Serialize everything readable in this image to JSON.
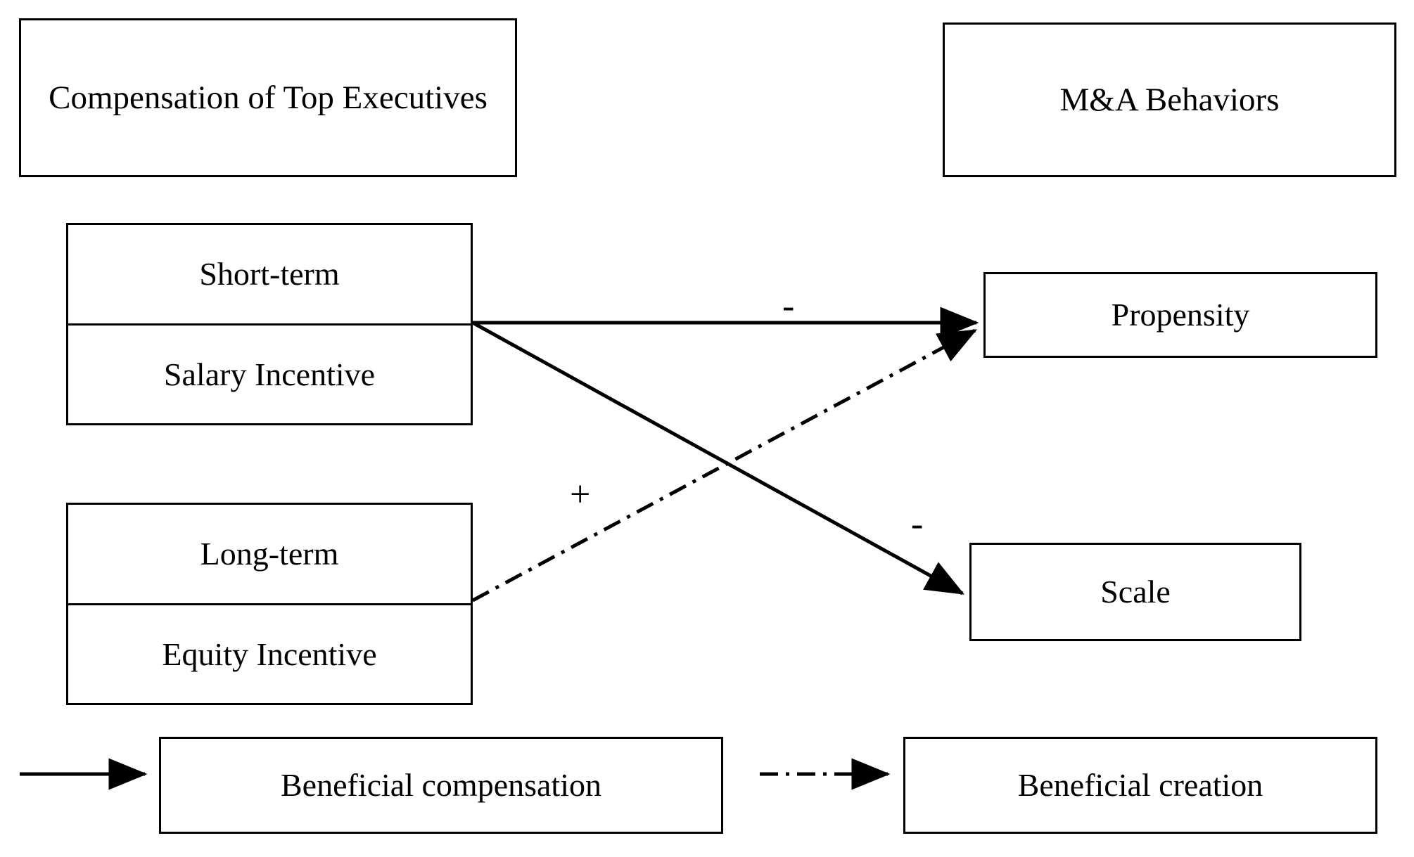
{
  "diagram": {
    "title_boxes": {
      "antecedent": "Compensation of Top Executives",
      "outcome": "M&A Behaviors"
    },
    "constructs": [
      {
        "id": "short-term-salary-incentive",
        "top": "Short-term",
        "bottom": "Salary Incentive"
      },
      {
        "id": "long-term-equity-incentive",
        "top": "Long-term",
        "bottom": "Equity Incentive"
      }
    ],
    "outcomes": [
      {
        "id": "propensity",
        "label": "Propensity"
      },
      {
        "id": "scale",
        "label": "Scale"
      }
    ],
    "relationships": [
      {
        "id": "short-term-to-propensity",
        "from": "Short-term Salary Incentive",
        "to": "Propensity",
        "sign": "-",
        "line_style": "solid",
        "mechanism": "Beneficial compensation"
      },
      {
        "id": "short-term-to-scale",
        "from": "Short-term Salary Incentive",
        "to": "Scale",
        "sign": "-",
        "line_style": "solid",
        "mechanism": "Beneficial compensation"
      },
      {
        "id": "long-term-to-propensity",
        "from": "Long-term Equity Incentive",
        "to": "Propensity",
        "sign": "+",
        "line_style": "dash-dot",
        "mechanism": "Beneficial creation"
      }
    ],
    "legend": [
      {
        "id": "beneficial-compensation",
        "label": "Beneficial compensation",
        "line_style": "solid"
      },
      {
        "id": "beneficial-creation",
        "label": "Beneficial creation",
        "line_style": "dash-dot"
      }
    ],
    "colors": {
      "stroke": "#000000",
      "background": "#ffffff",
      "text": "#000000"
    }
  }
}
